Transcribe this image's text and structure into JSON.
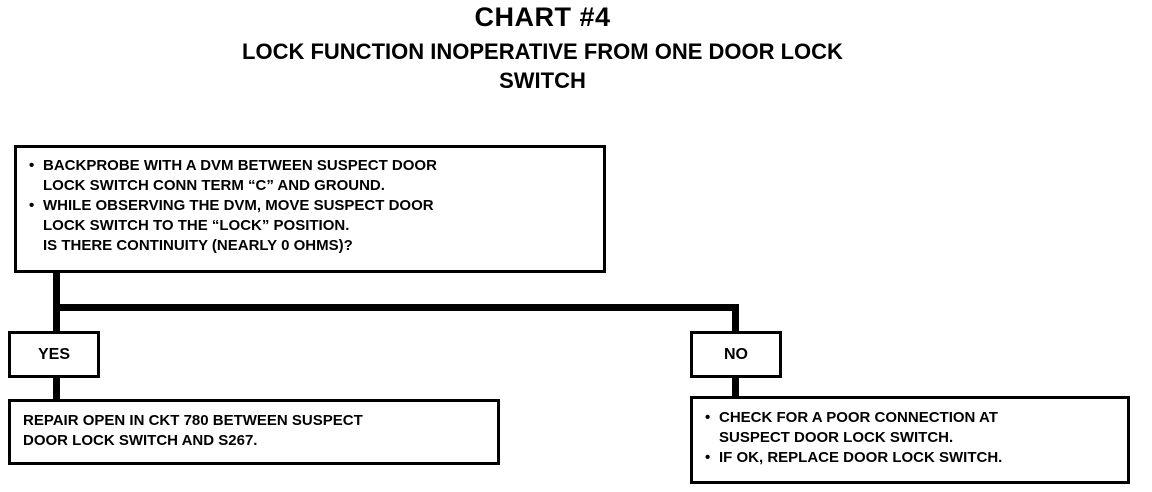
{
  "title": {
    "chart_number": "CHART #4",
    "line1": "LOCK FUNCTION INOPERATIVE FROM ONE DOOR LOCK",
    "line2": "SWITCH"
  },
  "main_box": {
    "bullet": "•",
    "step1_line1": "BACKPROBE WITH A DVM BETWEEN SUSPECT DOOR",
    "step1_line2": "LOCK SWITCH CONN TERM “C” AND GROUND.",
    "step2_line1": "WHILE OBSERVING THE DVM, MOVE SUSPECT DOOR",
    "step2_line2": "LOCK SWITCH TO THE “LOCK” POSITION.",
    "question": "IS THERE CONTINUITY (NEARLY 0 OHMS)?"
  },
  "yes_box": {
    "label": "YES"
  },
  "no_box": {
    "label": "NO"
  },
  "yes_result": {
    "line1": "REPAIR OPEN IN CKT 780 BETWEEN SUSPECT",
    "line2": "DOOR LOCK SWITCH AND S267."
  },
  "no_result": {
    "bullet": "•",
    "step1_line1": "CHECK FOR A POOR CONNECTION AT",
    "step1_line2": "SUSPECT DOOR LOCK SWITCH.",
    "step2": "IF OK, REPLACE DOOR LOCK SWITCH."
  }
}
